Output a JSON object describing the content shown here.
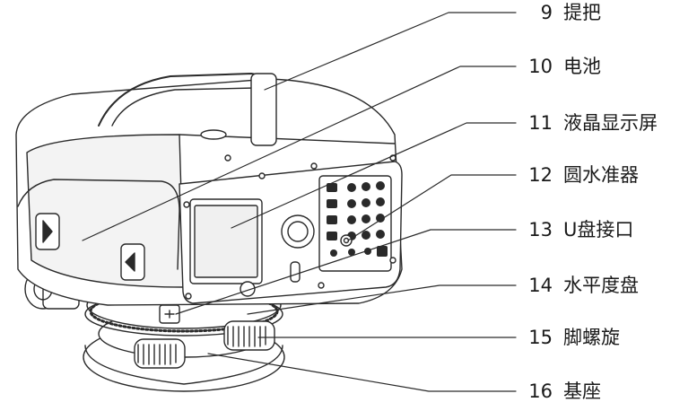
{
  "labels": [
    {
      "number": "9",
      "name": "提把"
    },
    {
      "number": "10",
      "name": "电池"
    },
    {
      "number": "11",
      "name": "液晶显示屏"
    },
    {
      "number": "12",
      "name": "圆水准器"
    },
    {
      "number": "13",
      "name": "U盘接口"
    },
    {
      "number": "14",
      "name": "水平度盘"
    },
    {
      "number": "15",
      "name": "脚螺旋"
    },
    {
      "number": "16",
      "name": "基座"
    }
  ],
  "colors": {
    "line": "#2a2a2a",
    "fill": "#ffffff",
    "shade": "#e9e9e9",
    "text": "#1a1a1a"
  }
}
